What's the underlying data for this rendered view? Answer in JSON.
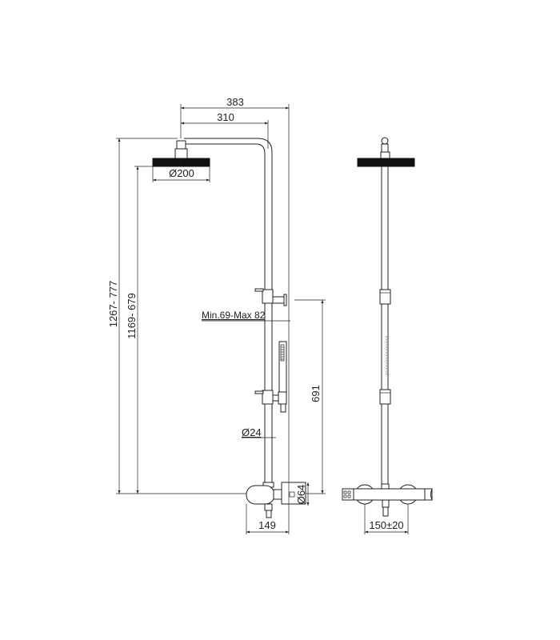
{
  "title": "Shower column technical drawing",
  "dimensions": {
    "arm_reach_total": "383",
    "arm_reach": "310",
    "head_diameter": "Ø200",
    "total_height": "1267- 777",
    "head_height": "1169- 679",
    "wall_distance": "Min.69-Max 82",
    "slider_height": "691",
    "pipe_diameter": "Ø24",
    "mixer_diameter": "Ø64",
    "mixer_depth": "149",
    "inlet_spacing": "150±20"
  },
  "colors": {
    "line": "#222222",
    "fill": "#111111"
  }
}
